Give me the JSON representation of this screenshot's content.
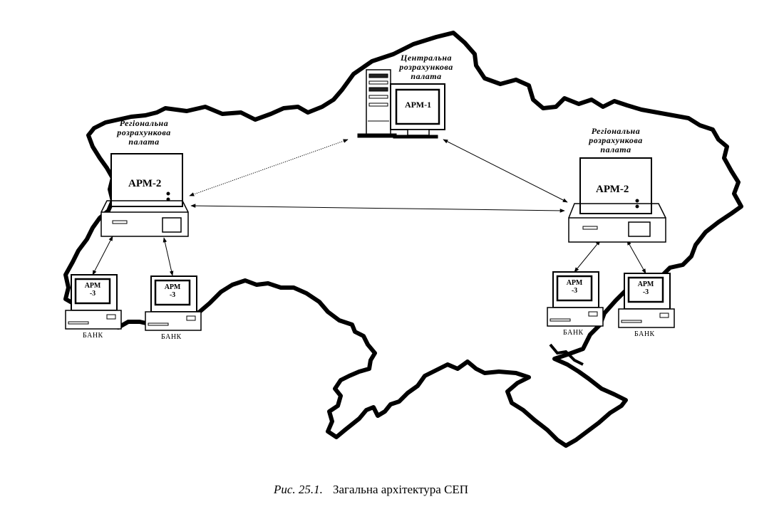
{
  "central": {
    "label_line1": "Центральна",
    "label_line2": "розрахункова",
    "label_line3": "палата",
    "screen_text": "АРМ-1"
  },
  "regional_left": {
    "label_line1": "Регіональна",
    "label_line2": "розрахункова",
    "label_line3": "палата",
    "box_text": "АРМ-2"
  },
  "regional_right": {
    "label_line1": "Регіональна",
    "label_line2": "розрахункова",
    "label_line3": "палата",
    "box_text": "АРМ-2"
  },
  "banks": [
    {
      "screen_line1": "АРМ",
      "screen_line2": "-3",
      "label": "БАНК"
    },
    {
      "screen_line1": "АРМ",
      "screen_line2": "-3",
      "label": "БАНК"
    },
    {
      "screen_line1": "АРМ",
      "screen_line2": "-3",
      "label": "БАНК"
    },
    {
      "screen_line1": "АРМ",
      "screen_line2": "-3",
      "label": "БАНК"
    }
  ],
  "caption": {
    "number": "Рис. 25.1.",
    "title": "Загальна архітектура СЕП"
  }
}
